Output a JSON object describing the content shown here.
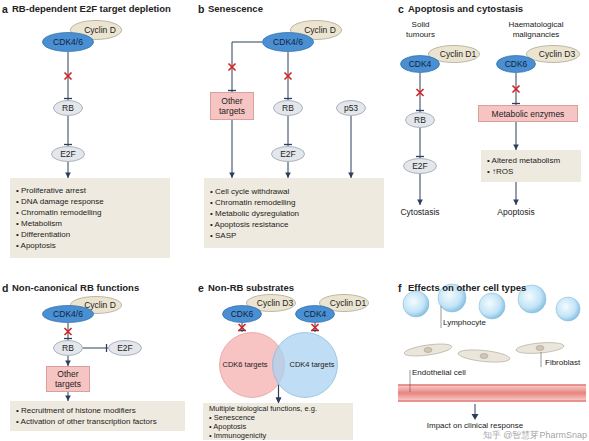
{
  "diagram": {
    "nodes": [
      {
        "text": [
          "Cyclin D"
        ]
      },
      {
        "text": [
          "CDK4/6"
        ]
      },
      {
        "text": [
          "RB"
        ]
      },
      {
        "text": [
          "E2F"
        ]
      },
      {
        "text": [
          "• Proliferative arrest",
          "• DNA damage response",
          "• Chromatin remodelling",
          "• Metabolism",
          "• Differentiation",
          "• Apoptosis"
        ]
      },
      {
        "text": [
          "Cyclin D"
        ]
      },
      {
        "text": [
          "CDK4/6"
        ]
      },
      {
        "text": [
          "Other targets"
        ]
      },
      {
        "text": [
          "RB"
        ]
      },
      {
        "text": [
          "E2F"
        ]
      },
      {
        "text": [
          "p53"
        ]
      },
      {
        "text": [
          "• Cell cycle withdrawal",
          "• Chromatin remodelling",
          "• Metabolic dysregulation",
          "• Apoptosis resistance",
          "• SASP"
        ]
      },
      {
        "text": [
          "Cyclin D1"
        ]
      },
      {
        "text": [
          "CDK4"
        ]
      },
      {
        "text": [
          "RB"
        ]
      },
      {
        "text": [
          "E2F"
        ]
      },
      {
        "text": [
          "Cytostasis"
        ]
      },
      {
        "text": [
          "Cyclin D3"
        ]
      },
      {
        "text": [
          "CDK6"
        ]
      },
      {
        "text": [
          "Metabolic enzymes"
        ]
      },
      {
        "text": [
          "• Altered metabolism",
          "• ↑ROS"
        ]
      },
      {
        "text": [
          "Apoptosis"
        ]
      },
      {
        "text": [
          "Cyclin D"
        ]
      },
      {
        "text": [
          "CDK4/6"
        ]
      },
      {
        "text": [
          "RB"
        ]
      },
      {
        "text": [
          "E2F"
        ]
      },
      {
        "text": [
          "Other targets"
        ]
      },
      {
        "text": [
          "• Recruitment of histone modifiers",
          "• Activation of other transcription factors"
        ]
      },
      {
        "text": [
          "Cyclin D3"
        ]
      },
      {
        "text": [
          "CDK6"
        ]
      },
      {
        "text": [
          "Cyclin D1"
        ]
      },
      {
        "text": [
          "CDK4"
        ]
      },
      {
        "text": [
          "CDK6 targets"
        ]
      },
      {
        "text": [
          "CDK4 targets"
        ]
      },
      {
        "text": [
          "Multiple biological functions, e.g.",
          "• Senescence",
          "• Apoptosis",
          "• Immunogenicity"
        ]
      }
    ],
    "edges": [
      {
        "from": 1,
        "to": 2,
        "arrow": "to"
      },
      {
        "from": 2,
        "to": 3,
        "arrow": "to"
      },
      {
        "from": 3,
        "to": 4,
        "arrow": "to"
      },
      {
        "from": 6,
        "to": 7,
        "arrow": "to"
      },
      {
        "from": 6,
        "to": 8,
        "arrow": "to"
      },
      {
        "from": 8,
        "to": 9,
        "arrow": "to"
      },
      {
        "from": 7,
        "to": 11,
        "arrow": "to"
      },
      {
        "from": 9,
        "to": 11,
        "arrow": "to"
      },
      {
        "from": 10,
        "to": 11,
        "arrow": "to"
      },
      {
        "from": 13,
        "to": 14,
        "arrow": "to"
      },
      {
        "from": 14,
        "to": 15,
        "arrow": "to"
      },
      {
        "from": 15,
        "to": 16,
        "arrow": "to"
      },
      {
        "from": 18,
        "to": 19,
        "arrow": "to"
      },
      {
        "from": 19,
        "to": 20,
        "arrow": "to"
      },
      {
        "from": 20,
        "to": 21,
        "arrow": "to"
      },
      {
        "from": 23,
        "to": 24,
        "arrow": "to"
      },
      {
        "from": 24,
        "to": 25,
        "arrow": "to"
      },
      {
        "from": 24,
        "to": 26,
        "arrow": "to"
      },
      {
        "from": 26,
        "to": 27,
        "arrow": "to"
      },
      {
        "from": 29,
        "to": 32,
        "arrow": "to"
      },
      {
        "from": 31,
        "to": 33,
        "arrow": "to"
      },
      {
        "from": 32,
        "to": 34,
        "arrow": "to"
      },
      {
        "from": 33,
        "to": 34,
        "arrow": "to"
      }
    ],
    "labels": [
      "a",
      "RB-dependent E2F target depletion",
      "b",
      "Senescence",
      "c",
      "Apoptosis and cytostasis",
      "Solid tumours",
      "Haematological malignancies",
      "d",
      "Non-canonical RB functions",
      "e",
      "Non-RB substrates",
      "f",
      "Effects on other cell types",
      "Lymphocyte",
      "Fibroblast",
      "Endothelial cell",
      "Impact on clinical response",
      "知乎 @智慧芽PharmSnap"
    ]
  }
}
